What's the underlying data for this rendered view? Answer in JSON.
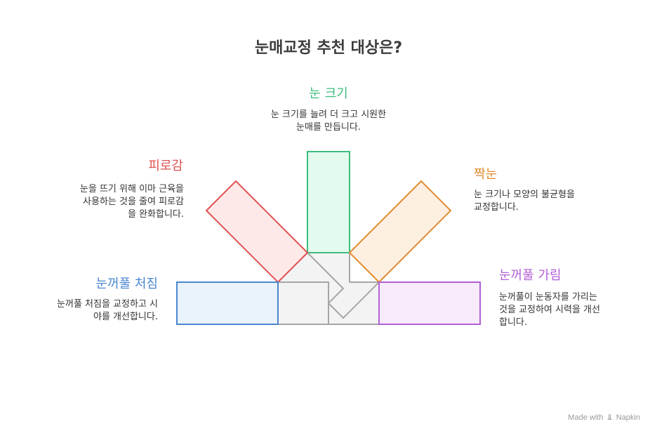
{
  "title": "눈매교정 추천 대상은?",
  "items": [
    {
      "id": "eye-size",
      "label": "눈 크기",
      "desc_lines": [
        "눈 크기를 늘려 더 크고 시원한",
        "눈매를 만듭니다."
      ],
      "color": "#3dbd7d",
      "fill": "#e3fbee"
    },
    {
      "id": "fatigue",
      "label": "피로감",
      "desc_lines": [
        "눈을 뜨기 위해 이마 근육을",
        "사용하는 것을 줄여 피로감",
        "을 완화합니다."
      ],
      "color": "#e05252",
      "fill": "#fde9e8"
    },
    {
      "id": "asymmetry",
      "label": "짝눈",
      "desc_lines": [
        "눈 크기나 모양의 불균형을",
        "교정합니다."
      ],
      "color": "#e08a2e",
      "fill": "#fdefe1"
    },
    {
      "id": "eyelid-droop",
      "label": "눈꺼풀 처짐",
      "desc_lines": [
        "눈꺼풀 처짐을 교정하고 시",
        "야를 개선합니다."
      ],
      "color": "#4a86d1",
      "fill": "#eaf2fc"
    },
    {
      "id": "eyelid-cover",
      "label": "눈꺼풀 가림",
      "desc_lines": [
        "눈꺼풀이 눈동자를 가리는",
        "것을 교정하여 시력을 개선",
        "합니다."
      ],
      "color": "#b35fd6",
      "fill": "#f8ebfc"
    }
  ],
  "center_fill": "#f3f3f3",
  "center_stroke": "#a6a6a6",
  "footer": {
    "made_with": "Made with",
    "brand": "Napkin"
  }
}
